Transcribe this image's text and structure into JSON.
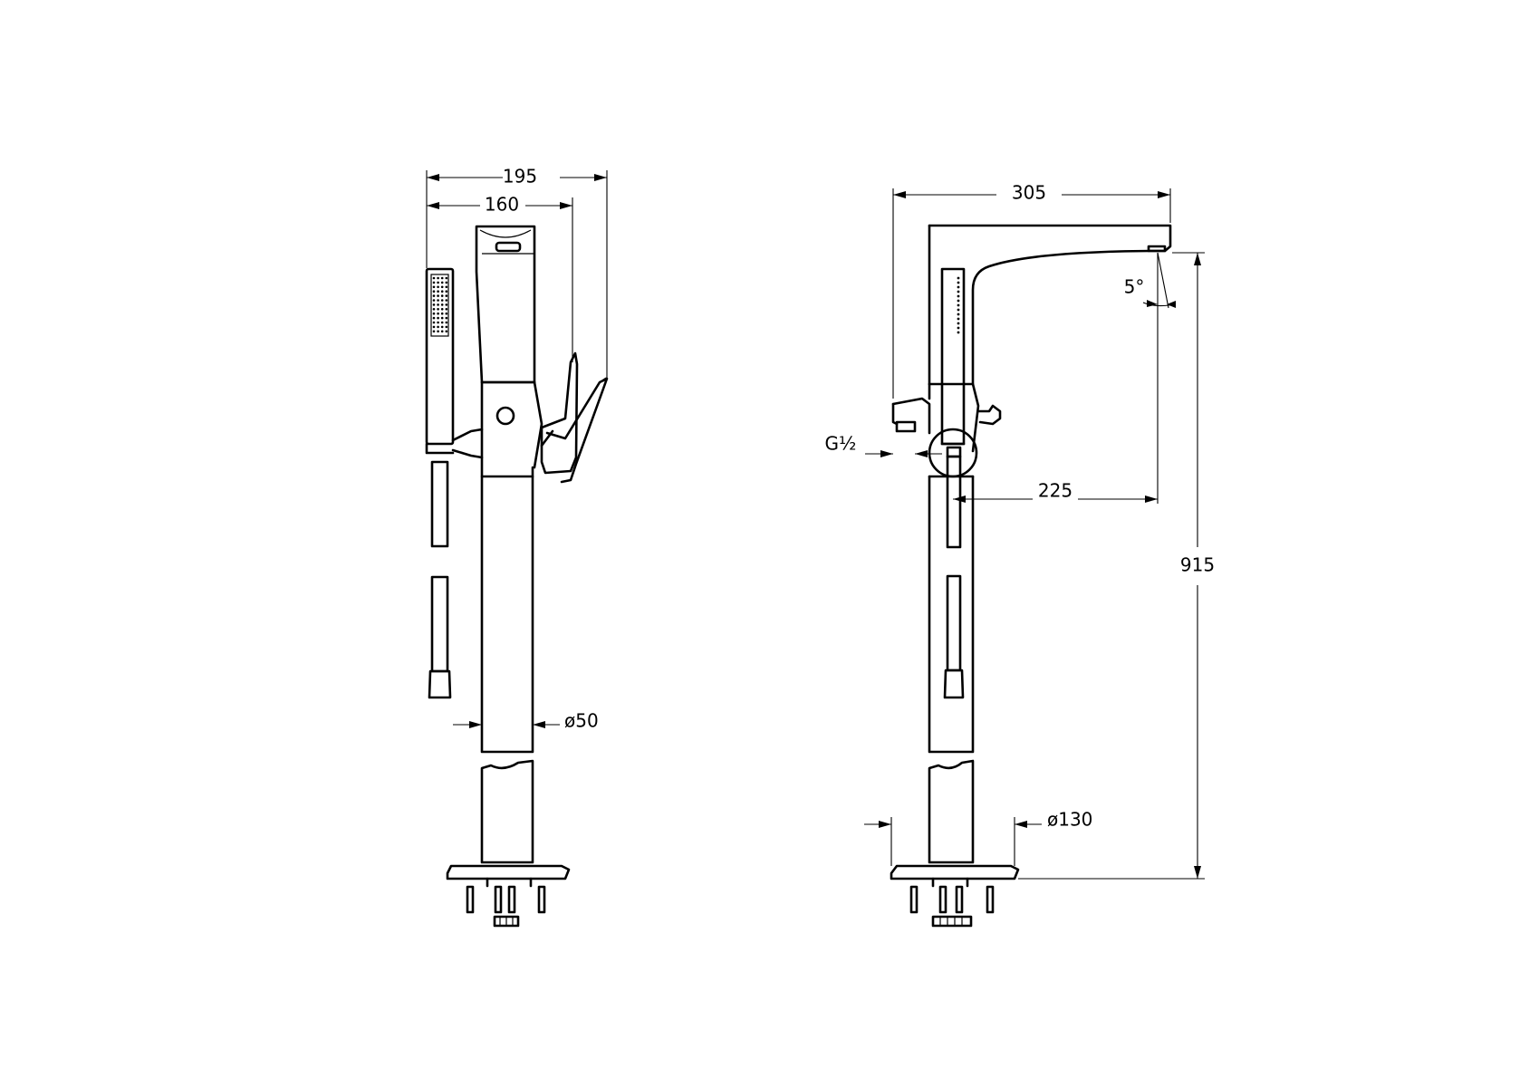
{
  "dimensions": {
    "front_total_width": "195",
    "front_body_width": "160",
    "column_diameter": "ø50",
    "side_spout_reach": "305",
    "spout_angle": "5°",
    "inlet_thread": "G½",
    "hand_shower_offset": "225",
    "total_height": "915",
    "base_diameter": "ø130"
  },
  "colors": {
    "line": "#000000",
    "background": "#ffffff"
  }
}
